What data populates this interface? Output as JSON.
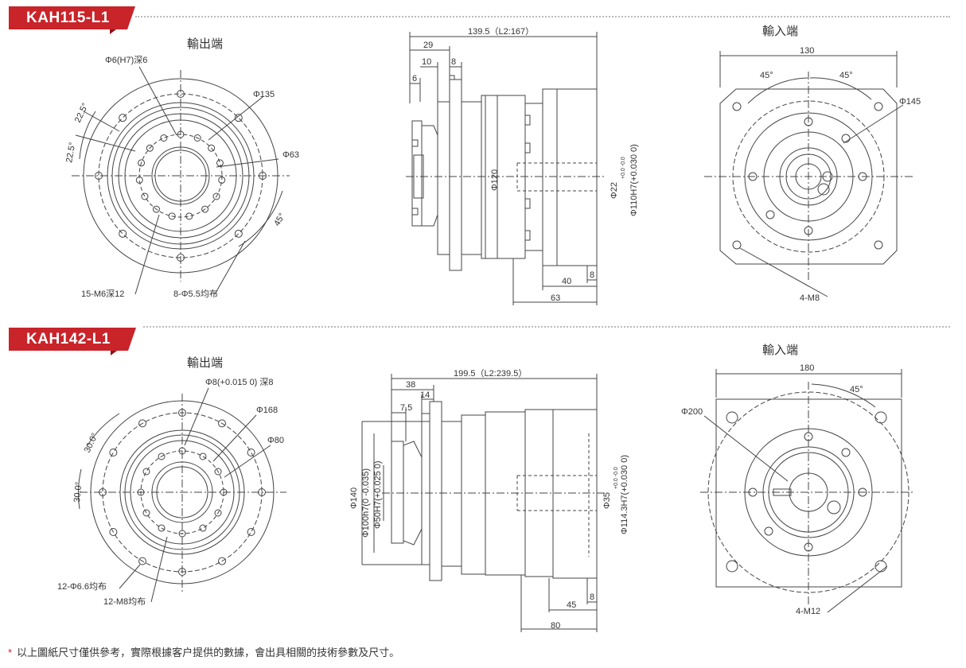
{
  "models": [
    {
      "name": "KAH115-L1",
      "output_side": "輸出端",
      "input_side": "輸入端",
      "dims": {
        "bore": "Φ6(H7)深6",
        "pcd_outer": "Φ135",
        "pilot": "Φ63",
        "angle_a": "22.5°",
        "angle_b": "22.5°",
        "angle_c": "45°",
        "taps": "15-M6深12",
        "holes": "8-Φ5.5均布",
        "total_len": "139.5（L2:167）",
        "d29": "29",
        "d10": "10",
        "d8": "8",
        "d6": "6",
        "body_dia": "Φ120",
        "shaft": "Φ22",
        "shaft_tol": "+0.0 -0.0",
        "flange_fit": "Φ110H7(+0.030 0)",
        "d40": "40",
        "d8b": "8",
        "d63": "63",
        "square": "130",
        "in_angle1": "45°",
        "in_angle2": "45°",
        "in_pcd": "Φ145",
        "in_taps": "4-M8"
      }
    },
    {
      "name": "KAH142-L1",
      "output_side": "輸出端",
      "input_side": "輸入端",
      "dims": {
        "bore": "Φ8(+0.015 0) 深8",
        "pcd_outer": "Φ168",
        "pilot": "Φ80",
        "angle_a": "30.0°",
        "angle_b": "30.0°",
        "holes": "12-Φ6.6均布",
        "taps": "12-M8均布",
        "total_len": "199.5（L2:239.5）",
        "d38": "38",
        "d14": "14",
        "d75": "7.5",
        "od140": "Φ140",
        "fit100": "Φ100h7(0 -0.035)",
        "fit50": "Φ50H7(+0.025 0)",
        "shaft": "Φ35",
        "shaft_tol": "+0.0 -0.0",
        "flange_fit": "Φ114.3H7(+0.030 0)",
        "d45": "45",
        "d8": "8",
        "d80": "80",
        "square": "180",
        "in_angle": "45°",
        "in_pcd": "Φ200",
        "in_taps": "4-M12"
      }
    }
  ],
  "footnote": "以上圖紙尺寸僅供參考，實際根據客户提供的數據，會出具相關的技術參數及尺寸。",
  "footnote_mark": "*",
  "colors": {
    "accent": "#c8242a",
    "line": "#444444",
    "center": "#666666"
  }
}
